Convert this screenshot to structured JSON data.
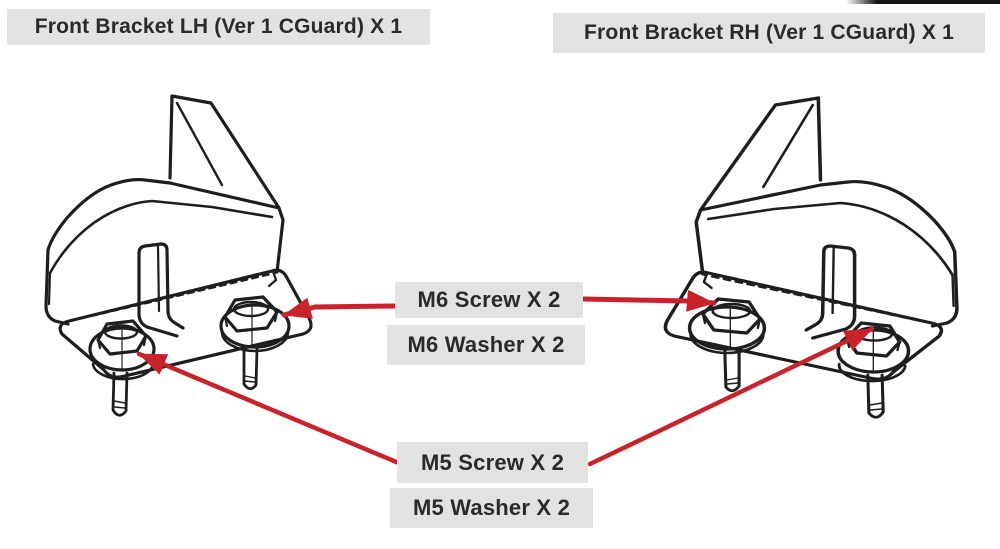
{
  "diagram": {
    "kind": "parts-callout-diagram",
    "title_left": "Front Bracket LH (Ver 1 CGuard) X 1",
    "title_right": "Front Bracket RH (Ver 1 CGuard) X 1",
    "callouts": {
      "m6_screw": "M6 Screw X 2",
      "m6_washer": "M6 Washer X 2",
      "m5_screw": "M5 Screw X 2",
      "m5_washer": "M5 Washer X 2"
    },
    "parts": [
      {
        "name": "Front Bracket LH (Ver 1 CGuard)",
        "qty": 1
      },
      {
        "name": "Front Bracket RH (Ver 1 CGuard)",
        "qty": 1
      },
      {
        "name": "M6 Screw",
        "qty": 2
      },
      {
        "name": "M6 Washer",
        "qty": 2
      },
      {
        "name": "M5 Screw",
        "qty": 2
      },
      {
        "name": "M5 Washer",
        "qty": 2
      }
    ],
    "colors": {
      "background": "#ffffff",
      "label_background": "#e2e2e2",
      "label_text": "#2a2a2a",
      "arrow_red": "#c8232a",
      "line_art": "#1e1e1e",
      "top_bar": "#161616"
    }
  }
}
